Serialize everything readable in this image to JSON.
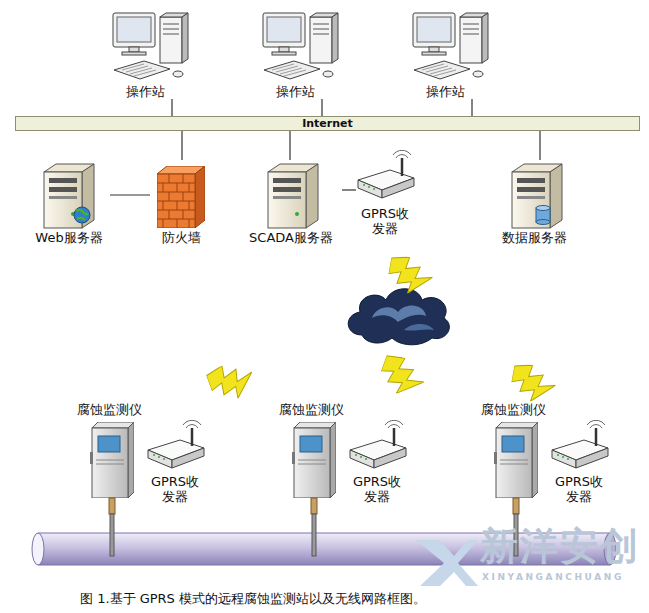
{
  "diagram": {
    "caption": "图 1.基于 GPRS 模式的远程腐蚀监测站以及无线网路框图。",
    "nodes": [
      {
        "text": [
          "操作站"
        ]
      },
      {
        "text": [
          "操作站"
        ]
      },
      {
        "text": [
          "操作站"
        ]
      },
      {
        "text": [
          "Internet"
        ]
      },
      {
        "text": [
          "Web服务器"
        ]
      },
      {
        "text": [
          "防火墙"
        ]
      },
      {
        "text": [
          "SCADA服务器"
        ]
      },
      {
        "text": [
          "GPRS收发器"
        ]
      },
      {
        "text": [
          "数据服务器"
        ]
      },
      {
        "text": [
          "腐蚀监测仪"
        ]
      },
      {
        "text": [
          "GPRS收发器"
        ]
      },
      {
        "text": [
          "腐蚀监测仪"
        ]
      },
      {
        "text": [
          "GPRS收发器"
        ]
      },
      {
        "text": [
          "腐蚀监测仪"
        ]
      },
      {
        "text": [
          "GPRS收发器"
        ]
      }
    ],
    "edges": [
      {
        "from": 0,
        "to": 3,
        "arrow": "none"
      },
      {
        "from": 1,
        "to": 3,
        "arrow": "none"
      },
      {
        "from": 2,
        "to": 3,
        "arrow": "none"
      },
      {
        "from": 4,
        "to": 5,
        "arrow": "none"
      },
      {
        "from": 5,
        "to": 3,
        "arrow": "none"
      },
      {
        "from": 6,
        "to": 3,
        "arrow": "none"
      },
      {
        "from": 6,
        "to": 7,
        "arrow": "none"
      },
      {
        "from": 8,
        "to": 3,
        "arrow": "none"
      }
    ],
    "labels": [
      "新洋安创",
      "XINYANGANCHUANG"
    ]
  }
}
